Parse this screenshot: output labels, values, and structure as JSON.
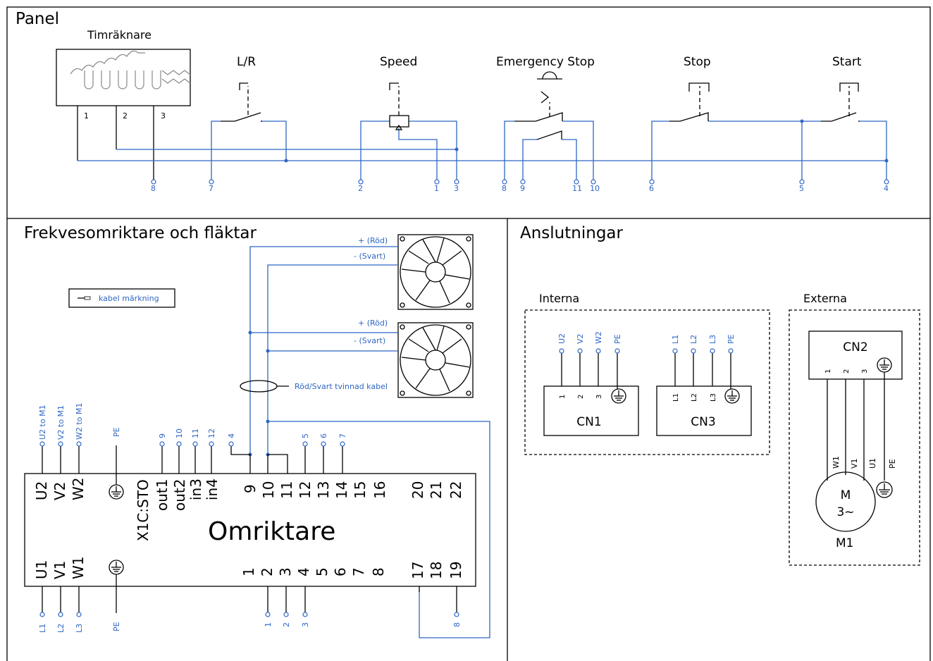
{
  "sections": {
    "panel": "Panel",
    "drive": "Frekvesomriktare och fläktar",
    "connections": "Anslutningar"
  },
  "panel": {
    "timer": {
      "title": "Timräknare",
      "pins": [
        "1",
        "2",
        "3"
      ]
    },
    "switches": {
      "lr": "L/R",
      "speed": "Speed",
      "estop": "Emergency Stop",
      "stop": "Stop",
      "start": "Start"
    },
    "terminals": [
      "8",
      "7",
      "2",
      "1",
      "3",
      "8",
      "9",
      "11",
      "10",
      "6",
      "5",
      "4"
    ]
  },
  "drive": {
    "legend": "kabel märkning",
    "fan_plus": "+ (Röd)",
    "fan_minus": "- (Svart)",
    "twisted": "Röd/Svart tvinnad kabel",
    "inverter_name": "Omriktare",
    "top_terminals": [
      "U2",
      "V2",
      "W2",
      "X1C:STO",
      "out1",
      "out2",
      "in3",
      "in4",
      "9",
      "10",
      "11",
      "12",
      "13",
      "14",
      "15",
      "16",
      "20",
      "21",
      "22"
    ],
    "bottom_terminals": [
      "U1",
      "V1",
      "W1",
      "1",
      "2",
      "3",
      "4",
      "5",
      "6",
      "7",
      "8",
      "17",
      "18",
      "19"
    ],
    "motor_labels": [
      "U2 to M1",
      "V2 to M1",
      "W2 to M1",
      "PE"
    ],
    "io_labels": [
      "9",
      "10",
      "11",
      "12",
      "4",
      "5",
      "6",
      "7"
    ],
    "line_labels": [
      "L1",
      "L2",
      "L3",
      "PE"
    ],
    "bottom_io_labels": [
      "1",
      "2",
      "3",
      "8"
    ]
  },
  "connections": {
    "internal": "Interna",
    "external": "Externa",
    "cn1": {
      "name": "CN1",
      "wires": [
        "U2",
        "V2",
        "W2",
        "PE"
      ],
      "pins": [
        "1",
        "2",
        "3"
      ]
    },
    "cn3": {
      "name": "CN3",
      "wires": [
        "L1",
        "L2",
        "L3",
        "PE"
      ],
      "pins": [
        "L1",
        "L2",
        "L3"
      ]
    },
    "cn2": {
      "name": "CN2",
      "pins": [
        "1",
        "2",
        "3"
      ],
      "wires": [
        "W1",
        "V1",
        "U1",
        "PE"
      ]
    },
    "motor": {
      "symbol": "M",
      "phase": "3~",
      "name": "M1"
    }
  },
  "colors": {
    "wire": "#2e66c4",
    "line": "#000000"
  },
  "icons": [
    "fan-icon",
    "ground-icon",
    "motor-icon",
    "timer-coil-icon"
  ]
}
